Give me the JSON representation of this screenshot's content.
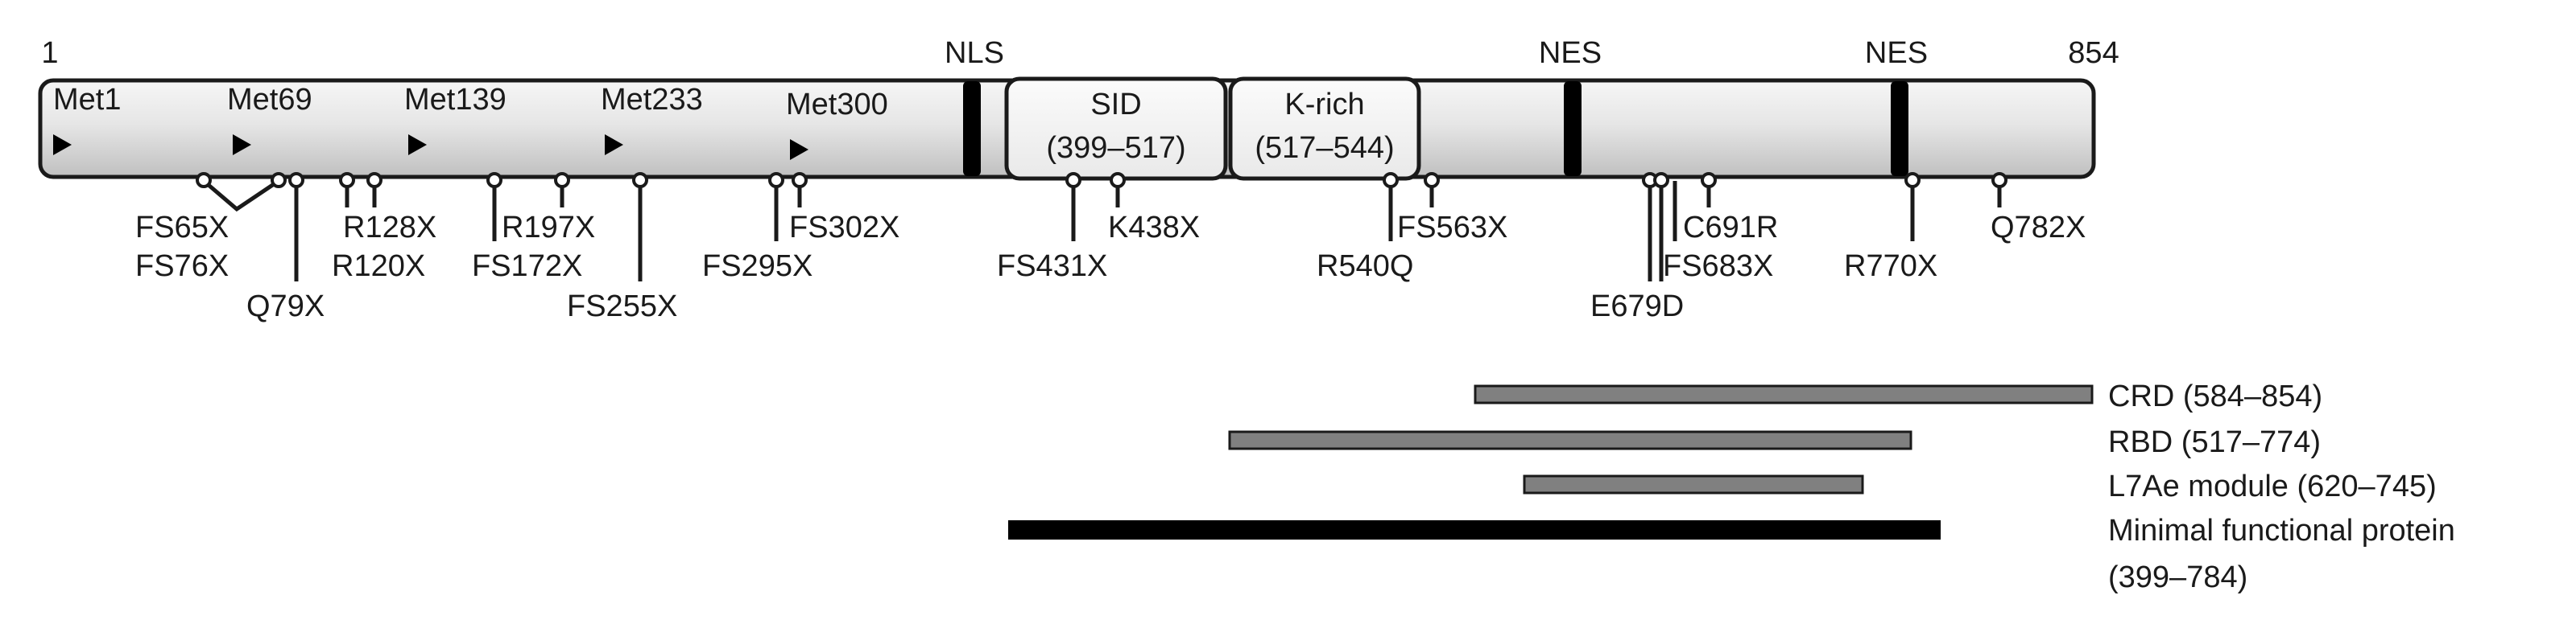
{
  "protein": {
    "start_label": "1",
    "end_label": "854",
    "nls_label": "NLS",
    "nes_labels": [
      "NES",
      "NES"
    ],
    "domains": [
      {
        "name": "SID",
        "range": "(399–517)"
      },
      {
        "name": "K-rich",
        "range": "(517–544)"
      }
    ],
    "start_codons": [
      "Met1",
      "Met69",
      "Met139",
      "Met233",
      "Met300"
    ]
  },
  "mutations": [
    "FS65X",
    "FS76X",
    "Q79X",
    "R120X",
    "R128X",
    "FS172X",
    "R197X",
    "FS255X",
    "FS295X",
    "FS302X",
    "FS431X",
    "K438X",
    "R540Q",
    "FS563X",
    "E679D",
    "FS683X",
    "C691R",
    "R770X",
    "Q782X"
  ],
  "fragments": [
    {
      "label": "CRD (584–854)"
    },
    {
      "label": "RBD (517–774)"
    },
    {
      "label": "L7Ae module (620–745)"
    },
    {
      "label_line1": "Minimal functional protein",
      "label_line2": "(399–784)"
    }
  ],
  "colors": {
    "bar_fill_light": "#f3f3f3",
    "bar_fill_dark": "#c4c4c4",
    "outline": "#1a1a1a",
    "fragment_grey": "#808080",
    "fragment_black": "#000000"
  }
}
